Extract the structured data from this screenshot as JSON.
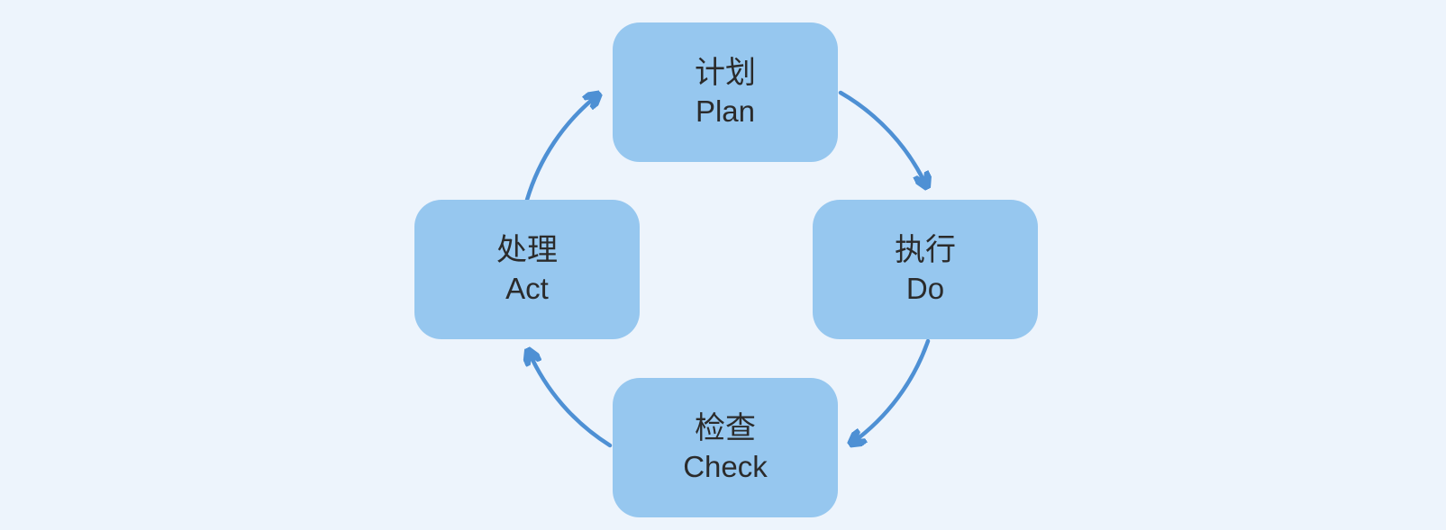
{
  "diagram": {
    "type": "cycle",
    "direction": "clockwise",
    "nodes": [
      {
        "id": "plan",
        "label_zh": "计划",
        "label_en": "Plan",
        "position": "top"
      },
      {
        "id": "do",
        "label_zh": "执行",
        "label_en": "Do",
        "position": "right"
      },
      {
        "id": "check",
        "label_zh": "检查",
        "label_en": "Check",
        "position": "bottom"
      },
      {
        "id": "act",
        "label_zh": "处理",
        "label_en": "Act",
        "position": "left"
      }
    ],
    "edges": [
      {
        "from": "plan",
        "to": "do"
      },
      {
        "from": "do",
        "to": "check"
      },
      {
        "from": "check",
        "to": "act"
      },
      {
        "from": "act",
        "to": "plan"
      }
    ],
    "colors": {
      "background": "#edf4fc",
      "node_fill": "#96c7ef",
      "arrow": "#4e90d4",
      "text": "#2b2b2b"
    }
  }
}
